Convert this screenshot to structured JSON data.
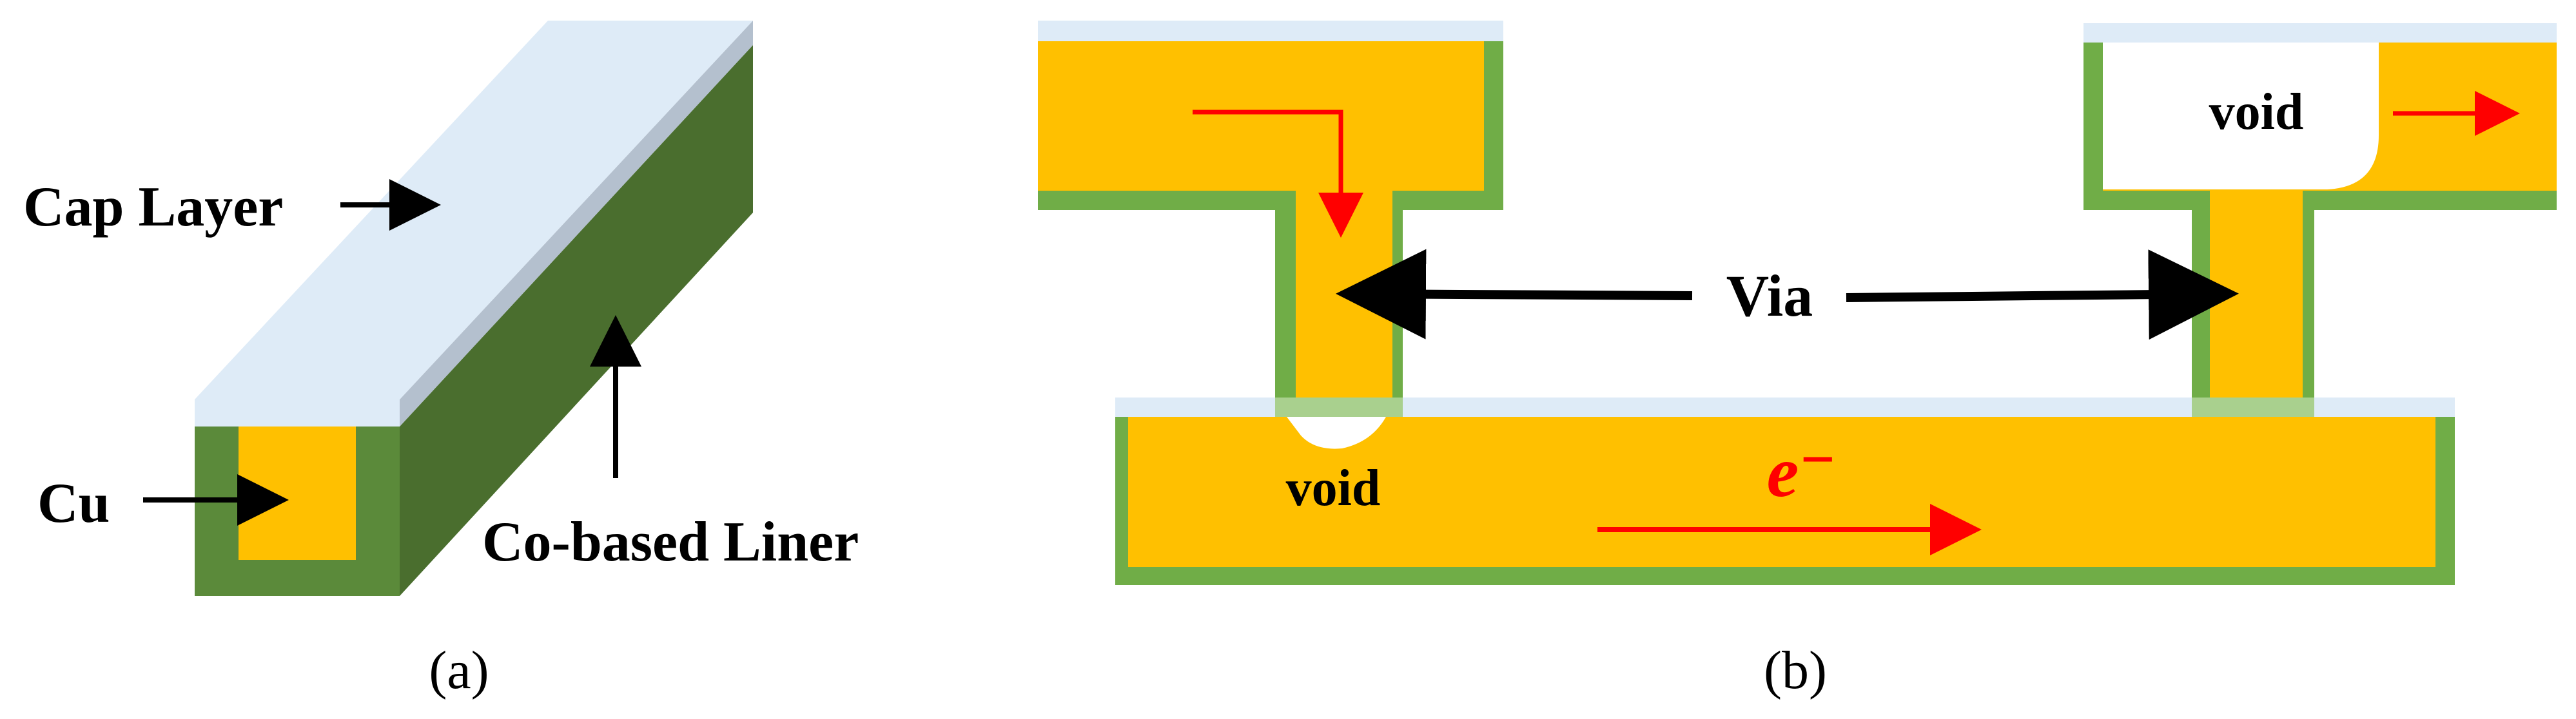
{
  "panel_a": {
    "caption": "(a)",
    "labels": {
      "cap_layer": "Cap Layer",
      "cu": "Cu",
      "liner": "Co-based Liner"
    }
  },
  "panel_b": {
    "caption": "(b)",
    "labels": {
      "via": "Via",
      "void_top": "void",
      "void_bottom": "void",
      "electron": "e⁻"
    }
  },
  "colors": {
    "copper": "#FFC000",
    "liner_green": "#70AD47",
    "liner_dark": "#4A6E2E",
    "liner_mid": "#5B8A3A",
    "cap": "#DEEBF7",
    "cap_edge": "#B4C0CE",
    "arrow_red": "#FF0000",
    "arrow_black": "#000000",
    "via_interface": "#A9D08E"
  }
}
